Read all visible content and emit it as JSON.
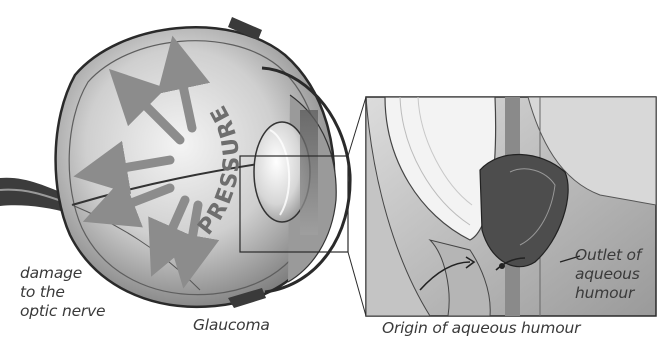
{
  "figure": {
    "pressure_word": "PRESSURE",
    "labels": {
      "damage": [
        "damage",
        "to the",
        "optic nerve"
      ],
      "glaucoma": "Glaucoma",
      "outlet": [
        "Outlet of",
        "aqueous",
        "humour"
      ],
      "origin": "Origin of aqueous humour"
    }
  },
  "colors": {
    "ink": "#2a2a2a",
    "shade_dark": "#6b6b6b",
    "shade_mid": "#a9a9a9",
    "shade_light": "#e2e2e2",
    "arrow": "#8c8c8c"
  }
}
